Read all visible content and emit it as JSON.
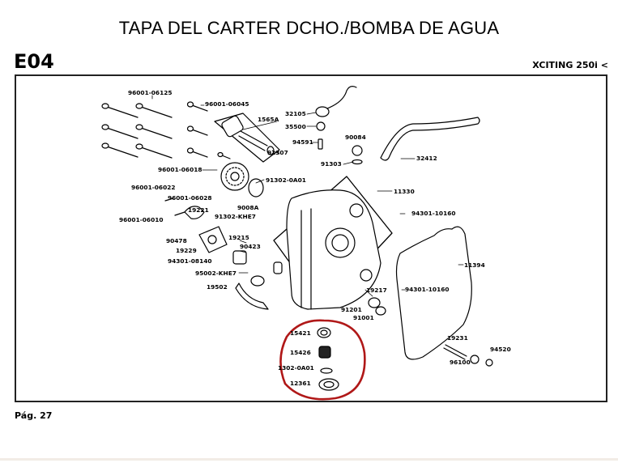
{
  "header": {
    "title": "TAPA DEL CARTER DCHO./BOMBA DE AGUA",
    "section_code": "E04",
    "model": "XCITING 250i <"
  },
  "footer": {
    "page": "Pág. 27"
  },
  "highlight_color": "#b01818",
  "part_labels": {
    "p96001_06125": "96001-06125",
    "p96001_06045": "96001-06045",
    "p1565A": "1565A",
    "p91307": "91307",
    "p32105": "32105",
    "p35500": "35500",
    "p94591": "94591",
    "p90084": "90084",
    "p91303": "91303",
    "p32412": "32412",
    "p96001_06018": "96001-06018",
    "p91302_0A01": "91302-0A01",
    "p11330": "11330",
    "p96001_06022": "96001-06022",
    "p96001_06028": "96001-06028",
    "p19221": "19221",
    "p9008A": "9008A",
    "p91302_KHE7": "91302-KHE7",
    "p96001_06010": "96001-06010",
    "p94301_10160_top": "94301-10160",
    "p90478": "90478",
    "p19215": "19215",
    "p90423": "90423",
    "p19229": "19229",
    "p94301_08140": "94301-08140",
    "p11394": "11394",
    "p95002_KHE7": "95002-KHE7",
    "p94301_10160_mid": "94301-10160",
    "p19502": "19502",
    "p19217": "19217",
    "p91201": "91201",
    "p91001": "91001",
    "p15421": "15421",
    "p19231": "19231",
    "p15426": "15426",
    "p94520": "94520",
    "p96100": "96100",
    "p1302_0A01": "1302-0A01",
    "p12361": "12361"
  }
}
